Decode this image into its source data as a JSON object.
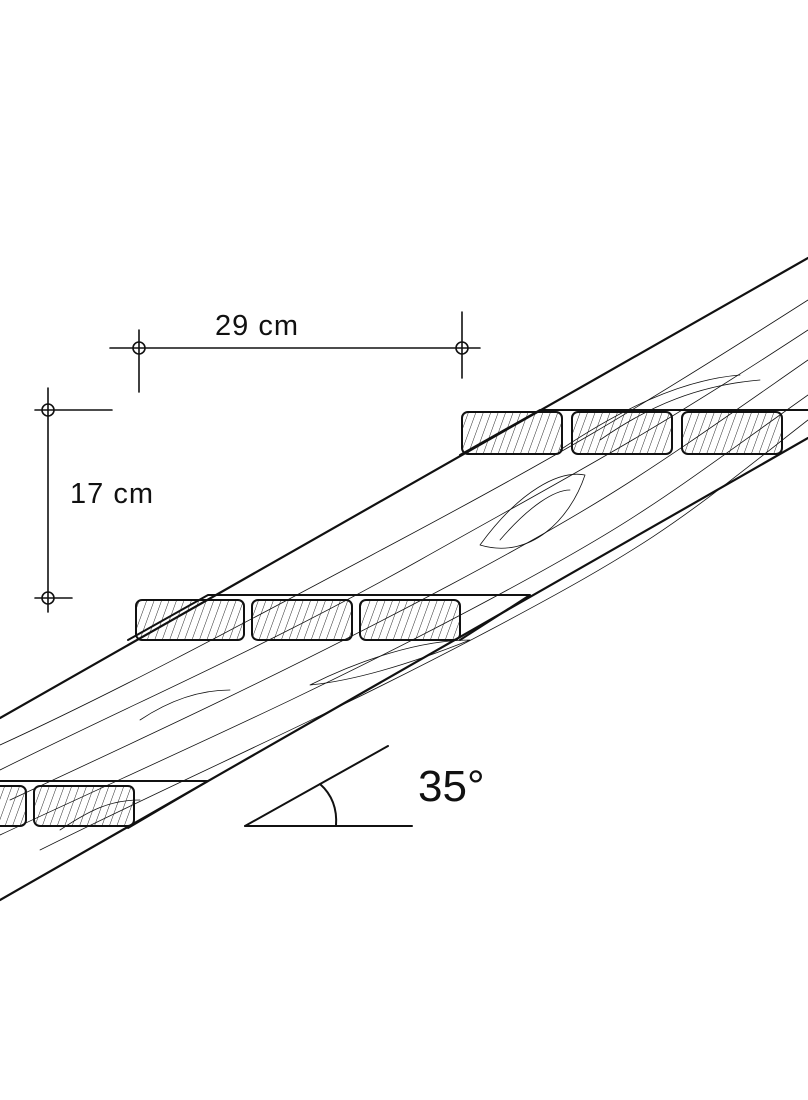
{
  "dimensions": {
    "tread_depth": "29 cm",
    "riser_height": "17 cm",
    "pitch_angle": "35°"
  },
  "colors": {
    "ink": "#111111",
    "paper": "#ffffff"
  }
}
